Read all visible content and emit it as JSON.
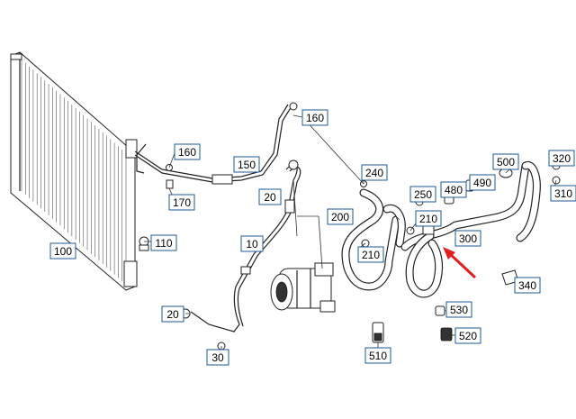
{
  "parts": [
    {
      "id": "100",
      "label": "100"
    },
    {
      "id": "110",
      "label": "110"
    },
    {
      "id": "20a",
      "label": "20"
    },
    {
      "id": "30",
      "label": "30"
    },
    {
      "id": "160a",
      "label": "160"
    },
    {
      "id": "170",
      "label": "170"
    },
    {
      "id": "150",
      "label": "150"
    },
    {
      "id": "20b",
      "label": "20"
    },
    {
      "id": "160b",
      "label": "160"
    },
    {
      "id": "10",
      "label": "10"
    },
    {
      "id": "240",
      "label": "240"
    },
    {
      "id": "200",
      "label": "200"
    },
    {
      "id": "210a",
      "label": "210"
    },
    {
      "id": "250",
      "label": "250"
    },
    {
      "id": "210b",
      "label": "210"
    },
    {
      "id": "480",
      "label": "480"
    },
    {
      "id": "490",
      "label": "490"
    },
    {
      "id": "300",
      "label": "300"
    },
    {
      "id": "500",
      "label": "500"
    },
    {
      "id": "320",
      "label": "320"
    },
    {
      "id": "310",
      "label": "310"
    },
    {
      "id": "340",
      "label": "340"
    },
    {
      "id": "530",
      "label": "530"
    },
    {
      "id": "520",
      "label": "520"
    },
    {
      "id": "510",
      "label": "510"
    }
  ],
  "highlight": {
    "color": "#e02020",
    "target": "300"
  },
  "colors": {
    "callout_border": "#1e5a96"
  }
}
